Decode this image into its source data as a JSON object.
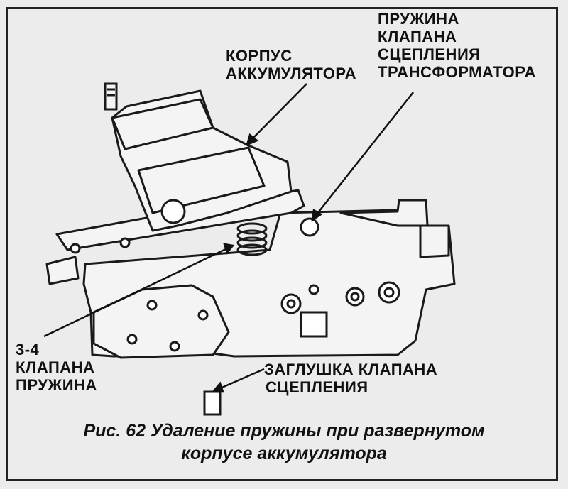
{
  "labels": {
    "spring_valve_converter": [
      "ПРУЖИНА",
      "КЛАПАНА",
      "СЦЕПЛЕНИЯ",
      "ТРАНСФОРМАТОРА"
    ],
    "accumulator_body": [
      "КОРПУС",
      "АККУМУЛЯТОРА"
    ],
    "valve_3_4_spring": [
      "3-4",
      "КЛАПАНА",
      "ПРУЖИНА"
    ],
    "clutch_valve_plug": [
      "ЗАГЛУШКА КЛАПАНА",
      "СЦЕПЛЕНИЯ"
    ]
  },
  "caption": {
    "line1": "Рис. 62 Удаление пружины при развернутом",
    "line2": "корпусе аккумулятора"
  }
}
